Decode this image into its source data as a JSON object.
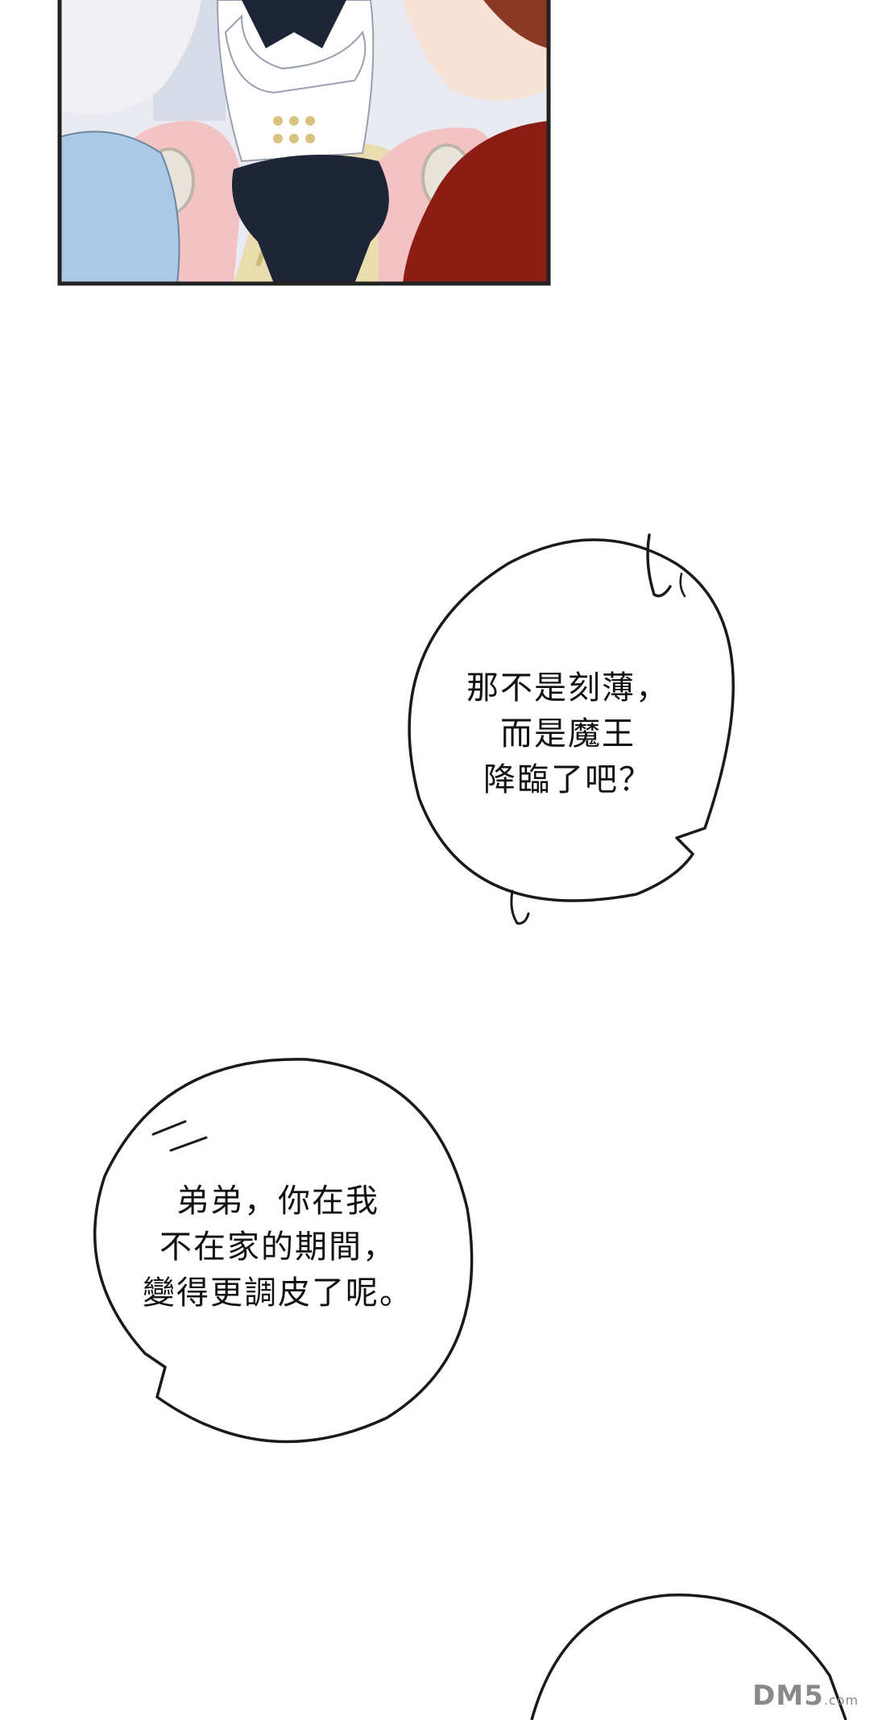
{
  "bubble_1": {
    "lines": [
      "那不是刻薄，",
      "而是魔王",
      "降臨了吧？"
    ]
  },
  "bubble_2": {
    "lines": [
      "弟弟，你在我",
      "不在家的期間，",
      "變得更調皮了呢。"
    ]
  },
  "watermark": {
    "brand": "DM5",
    "suffix": ".com"
  },
  "colors": {
    "panel_border": "#222222",
    "blue_shirt": "#a9c9e6",
    "red_coat": "#8c1d14",
    "pink_chair": "#f3c2c4",
    "navy_uniform": "#1e2537",
    "wall": "#eaeaf2"
  }
}
